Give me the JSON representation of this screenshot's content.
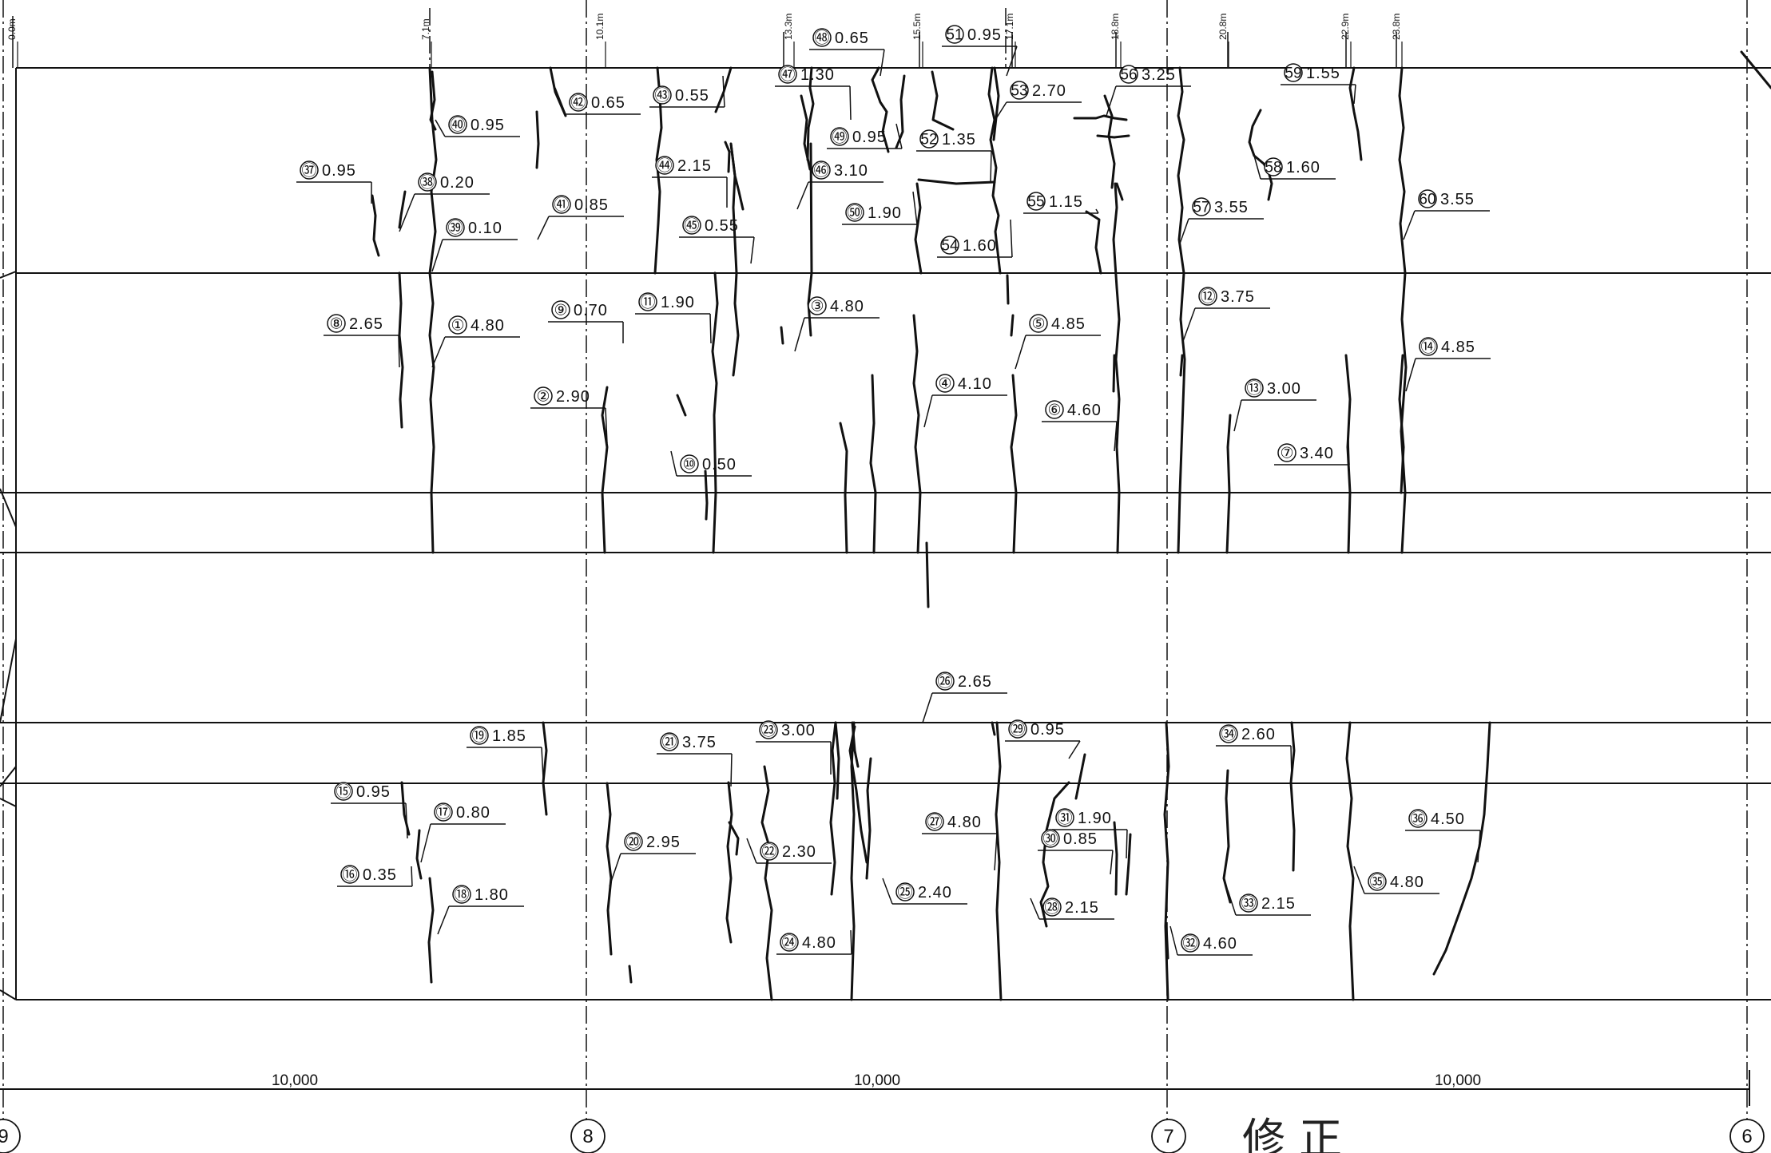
{
  "top_markers": [
    "0.0m",
    "7.1m",
    "10.1m",
    "13.3m",
    "15.5m",
    "17.1m",
    "18.8m",
    "20.8m",
    "22.9m",
    "23.8m"
  ],
  "dimensions": [
    "10,000",
    "10,000",
    "10,000"
  ],
  "axes": [
    "9",
    "8",
    "7",
    "6"
  ],
  "handwritten_note": "修 正",
  "cracks": [
    {
      "id": "①",
      "value": "4.80"
    },
    {
      "id": "②",
      "value": "2.90"
    },
    {
      "id": "③",
      "value": "4.80"
    },
    {
      "id": "④",
      "value": "4.10"
    },
    {
      "id": "⑤",
      "value": "4.85"
    },
    {
      "id": "⑥",
      "value": "4.60"
    },
    {
      "id": "⑦",
      "value": "3.40"
    },
    {
      "id": "⑧",
      "value": "2.65"
    },
    {
      "id": "⑨",
      "value": "0.70"
    },
    {
      "id": "⑩",
      "value": "0.50"
    },
    {
      "id": "⑪",
      "value": "1.90"
    },
    {
      "id": "⑫",
      "value": "3.75"
    },
    {
      "id": "⑬",
      "value": "3.00"
    },
    {
      "id": "⑭",
      "value": "4.85"
    },
    {
      "id": "⑮",
      "value": "0.95"
    },
    {
      "id": "⑯",
      "value": "0.35"
    },
    {
      "id": "⑰",
      "value": "0.80"
    },
    {
      "id": "⑱",
      "value": "1.80"
    },
    {
      "id": "⑲",
      "value": "1.85"
    },
    {
      "id": "⑳",
      "value": "2.95"
    },
    {
      "id": "㉑",
      "value": "3.75"
    },
    {
      "id": "㉒",
      "value": "2.30"
    },
    {
      "id": "㉓",
      "value": "3.00"
    },
    {
      "id": "㉔",
      "value": "4.80"
    },
    {
      "id": "㉕",
      "value": "2.40"
    },
    {
      "id": "㉖",
      "value": "2.65"
    },
    {
      "id": "㉗",
      "value": "4.80"
    },
    {
      "id": "㉘",
      "value": "2.15"
    },
    {
      "id": "㉙",
      "value": "0.95"
    },
    {
      "id": "㉚",
      "value": "0.85"
    },
    {
      "id": "㉛",
      "value": "1.90"
    },
    {
      "id": "㉜",
      "value": "4.60"
    },
    {
      "id": "㉝",
      "value": "2.15"
    },
    {
      "id": "㉞",
      "value": "2.60"
    },
    {
      "id": "㉟",
      "value": "4.80"
    },
    {
      "id": "㊱",
      "value": "4.50"
    },
    {
      "id": "㊲",
      "value": "0.95"
    },
    {
      "id": "㊳",
      "value": "0.20"
    },
    {
      "id": "㊴",
      "value": "0.10"
    },
    {
      "id": "㊵",
      "value": "0.95"
    },
    {
      "id": "㊶",
      "value": "0.85"
    },
    {
      "id": "㊷",
      "value": "0.65"
    },
    {
      "id": "㊸",
      "value": "0.55"
    },
    {
      "id": "㊹",
      "value": "2.15"
    },
    {
      "id": "㊺",
      "value": "0.55"
    },
    {
      "id": "㊻",
      "value": "3.10"
    },
    {
      "id": "㊼",
      "value": "1.30"
    },
    {
      "id": "㊽",
      "value": "0.65"
    },
    {
      "id": "㊾",
      "value": "0.95"
    },
    {
      "id": "㊿",
      "value": "1.90"
    },
    {
      "id": "51",
      "value": "0.95"
    },
    {
      "id": "52",
      "value": "1.35"
    },
    {
      "id": "53",
      "value": "2.70"
    },
    {
      "id": "54",
      "value": "1.60"
    },
    {
      "id": "55",
      "value": "1.15"
    },
    {
      "id": "56",
      "value": "3.25"
    },
    {
      "id": "57",
      "value": "3.55"
    },
    {
      "id": "58",
      "value": "1.60"
    },
    {
      "id": "59",
      "value": "1.55"
    },
    {
      "id": "60",
      "value": "3.55"
    }
  ]
}
